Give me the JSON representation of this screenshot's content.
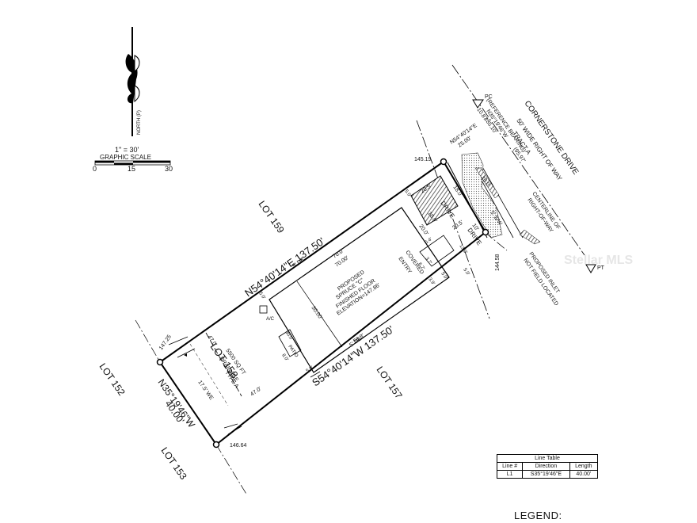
{
  "north_arrow": {
    "label": "NORTH (P)"
  },
  "scale": {
    "ratio": "1\" = 30'",
    "title": "GRAPHIC SCALE",
    "ticks": [
      "0",
      "15",
      "30"
    ]
  },
  "street": {
    "name": "CORNERSTONE DRIVE",
    "row": "50' WIDE RIGHT OF WAY",
    "tract": "TRACT A",
    "centerline_1": "CENTERLINE OF",
    "centerline_2": "RIGHT-OF-WAY",
    "pc": "PC",
    "pt": "PT",
    "ref_bearing": "(REFERENCE BEARING)",
    "ref_bearing_value": "N35°19'46\"W",
    "ref_dist_1": "185.10'",
    "ref_dist_2": "(95.97'",
    "offset": "10.87'",
    "front_bearing": "N54°40'14\"E",
    "front_dist": "25.00'",
    "proposed_inlet": "PROPOSED INLET",
    "not_field_located": "NOT FIELD LOCATED",
    "curb_dim": "20.0'",
    "sw": "5' S/W"
  },
  "lot": {
    "name": "LOT 158",
    "area": "5500 SQ FT",
    "drainage": "DRAINAGE",
    "type": "TYPE A",
    "north_line": "N54°40'14\"E 137.50'",
    "south_line": "S54°40'14\"W 137.50'",
    "rear_line": "N35°19'46\"W",
    "rear_dist": "40.00'",
    "we": "17.5' WE",
    "rear_dim_1": "47.0'",
    "rear_dim_2": "47.0'",
    "de_north": "5' DE",
    "de_south": "5' DE",
    "dim_5_a": "5.0'",
    "dim_5_b": "5.0'",
    "dim_5_c": "5.0'",
    "dim_5_d": "5.0'"
  },
  "neighbors": {
    "lot159": "LOT 159",
    "lot157": "LOT 157",
    "lot152": "LOT 152",
    "lot153": "LOT 153"
  },
  "elevations": {
    "ne": "145.19",
    "se": "144.58",
    "nw": "147.25",
    "sw": "146.64"
  },
  "house": {
    "line1": "PROPOSED",
    "line2": "SPRUCE \"C\"",
    "line3": "FINISHED FLOOR",
    "line4": "ELEVATION=147.86'",
    "len_top_1": "70.0'",
    "len_top_2": "70.00'",
    "width": "30.00'",
    "bottom": "56.8'",
    "patio": "PATIO",
    "patio_w": "30.0'",
    "patio_d": "8.0'",
    "ac": "A/C",
    "covered": "COVERED",
    "entry": "ENTRY",
    "entry_dim": "3.7'",
    "entry_dim_b": "6.7'",
    "side_dim": "13.0'",
    "side_dim_b": "3.9'"
  },
  "drive": {
    "label": "DRIVE",
    "label2": "DRIVE",
    "dim_a": "20.5'",
    "dim_b": "18.0'",
    "dim_c": "18.0'",
    "dim_d": "20.0'",
    "dim_e": "10'",
    "dim_f": "20.5'",
    "dim_g": "6.4'",
    "dim_h": "5.0'"
  },
  "line_table": {
    "title": "Line Table",
    "headers": [
      "Line #",
      "Direction",
      "Length"
    ],
    "rows": [
      [
        "L1",
        "S35°19'46\"E",
        "40.00'"
      ]
    ]
  },
  "legend": "LEGEND:",
  "watermark": "Stellar MLS"
}
